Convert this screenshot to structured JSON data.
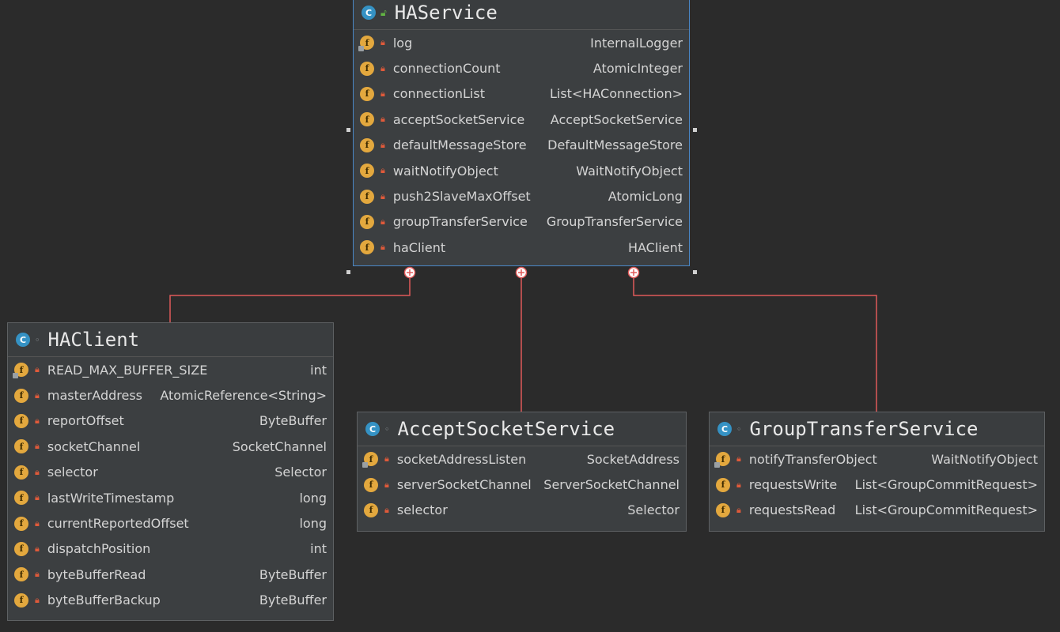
{
  "colors": {
    "background": "#2b2b2b",
    "box": "#3c3f41",
    "selection": "#4a88c7",
    "connector": "#e05a5a",
    "field_icon": "#e3a83e",
    "class_icon": "#3592c4"
  },
  "diagram": {
    "haservice": {
      "name": "HAService",
      "fields": [
        {
          "name": "log",
          "type": "InternalLogger",
          "static": true
        },
        {
          "name": "connectionCount",
          "type": "AtomicInteger",
          "static": false
        },
        {
          "name": "connectionList",
          "type": "List<HAConnection>",
          "static": false
        },
        {
          "name": "acceptSocketService",
          "type": "AcceptSocketService",
          "static": false
        },
        {
          "name": "defaultMessageStore",
          "type": "DefaultMessageStore",
          "static": false
        },
        {
          "name": "waitNotifyObject",
          "type": "WaitNotifyObject",
          "static": false
        },
        {
          "name": "push2SlaveMaxOffset",
          "type": "AtomicLong",
          "static": false
        },
        {
          "name": "groupTransferService",
          "type": "GroupTransferService",
          "static": false
        },
        {
          "name": "haClient",
          "type": "HAClient",
          "static": false
        }
      ]
    },
    "haclient": {
      "name": "HAClient",
      "fields": [
        {
          "name": "READ_MAX_BUFFER_SIZE",
          "type": "int",
          "static": true
        },
        {
          "name": "masterAddress",
          "type": "AtomicReference<String>",
          "static": false
        },
        {
          "name": "reportOffset",
          "type": "ByteBuffer",
          "static": false
        },
        {
          "name": "socketChannel",
          "type": "SocketChannel",
          "static": false
        },
        {
          "name": "selector",
          "type": "Selector",
          "static": false
        },
        {
          "name": "lastWriteTimestamp",
          "type": "long",
          "static": false
        },
        {
          "name": "currentReportedOffset",
          "type": "long",
          "static": false
        },
        {
          "name": "dispatchPosition",
          "type": "int",
          "static": false
        },
        {
          "name": "byteBufferRead",
          "type": "ByteBuffer",
          "static": false
        },
        {
          "name": "byteBufferBackup",
          "type": "ByteBuffer",
          "static": false
        }
      ]
    },
    "acceptsocketservice": {
      "name": "AcceptSocketService",
      "fields": [
        {
          "name": "socketAddressListen",
          "type": "SocketAddress",
          "static": true
        },
        {
          "name": "serverSocketChannel",
          "type": "ServerSocketChannel",
          "static": false
        },
        {
          "name": "selector",
          "type": "Selector",
          "static": false
        }
      ]
    },
    "grouptransferservice": {
      "name": "GroupTransferService",
      "fields": [
        {
          "name": "notifyTransferObject",
          "type": "WaitNotifyObject",
          "static": true
        },
        {
          "name": "requestsWrite",
          "type": "List<GroupCommitRequest>",
          "static": false
        },
        {
          "name": "requestsRead",
          "type": "List<GroupCommitRequest>",
          "static": false
        }
      ]
    }
  }
}
